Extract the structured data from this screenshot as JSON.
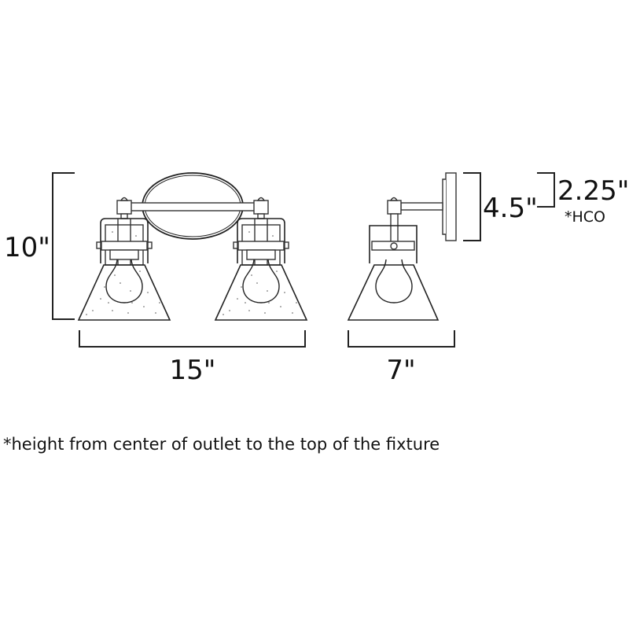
{
  "dimensions": {
    "height": "10\"",
    "width_front": "15\"",
    "width_side": "7\"",
    "backplate_height": "4.5\"",
    "hco": "2.25\"",
    "hco_label": "*HCO"
  },
  "footnote": "*height from center of outlet to the top of the fixture",
  "colors": {
    "line": "#222222",
    "background": "#ffffff"
  }
}
